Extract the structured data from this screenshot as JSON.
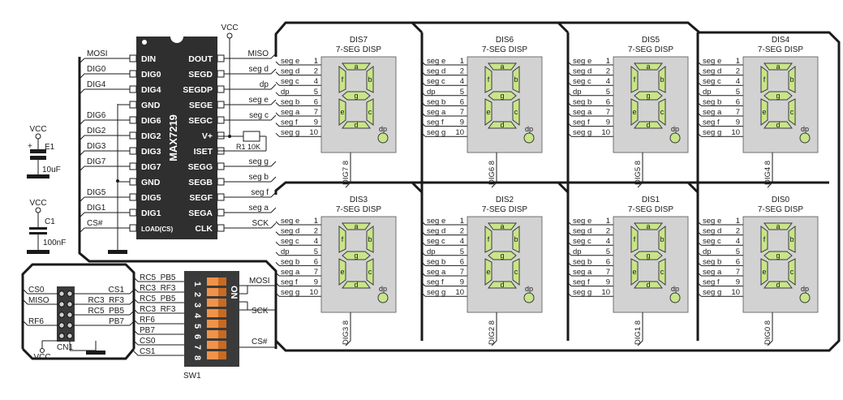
{
  "chip": {
    "name": "MAX7219",
    "left_pins": [
      "DIN",
      "DIG0",
      "DIG4",
      "GND",
      "DIG6",
      "DIG2",
      "DIG3",
      "DIG7",
      "GND",
      "DIG5",
      "DIG1",
      "LOAD(CS)"
    ],
    "right_pins": [
      "DOUT",
      "SEGD",
      "SEGDP",
      "SEGE",
      "SEGC",
      "V+",
      "ISET",
      "SEGG",
      "SEGB",
      "SEGF",
      "SEGA",
      "CLK"
    ],
    "left_nets": [
      "MOSI",
      "DIG0",
      "DIG4",
      "",
      "DIG6",
      "DIG2",
      "DIG3",
      "DIG7",
      "",
      "DIG5",
      "DIG1",
      "CS#"
    ],
    "right_nets": [
      "MISO",
      "seg d",
      "dp",
      "seg e",
      "seg c",
      "",
      "",
      "seg g",
      "seg b",
      "seg f",
      "seg a",
      "SCK"
    ]
  },
  "power": {
    "vcc": "VCC",
    "resistor": "R1 10K",
    "e1_name": "E1",
    "e1_value": "10uF",
    "e1_plus": "+",
    "c1_name": "C1",
    "c1_value": "100nF"
  },
  "displays": [
    {
      "name": "DIS7",
      "type": "7-SEG DISP",
      "dig": "DIG7 8"
    },
    {
      "name": "DIS6",
      "type": "7-SEG DISP",
      "dig": "DIG6 8"
    },
    {
      "name": "DIS5",
      "type": "7-SEG DISP",
      "dig": "DIG5 8"
    },
    {
      "name": "DIS4",
      "type": "7-SEG DISP",
      "dig": "DIG4 8"
    },
    {
      "name": "DIS3",
      "type": "7-SEG DISP",
      "dig": "DIG3 8"
    },
    {
      "name": "DIS2",
      "type": "7-SEG DISP",
      "dig": "DIG2 8"
    },
    {
      "name": "DIS1",
      "type": "7-SEG DISP",
      "dig": "DIG1 8"
    },
    {
      "name": "DIS0",
      "type": "7-SEG DISP",
      "dig": "DIG0 8"
    }
  ],
  "display_pins": [
    {
      "seg": "seg e",
      "num": "1"
    },
    {
      "seg": "seg d",
      "num": "2"
    },
    {
      "seg": "seg c",
      "num": "4"
    },
    {
      "seg": "dp",
      "num": "5"
    },
    {
      "seg": "seg b",
      "num": "6"
    },
    {
      "seg": "seg a",
      "num": "7"
    },
    {
      "seg": "seg f",
      "num": "9"
    },
    {
      "seg": "seg g",
      "num": "10"
    }
  ],
  "segment_letters": {
    "a": "a",
    "b": "b",
    "c": "c",
    "d": "d",
    "e": "e",
    "f": "f",
    "g": "g",
    "dp": "dp"
  },
  "connector": {
    "name": "CN1",
    "left_labels": [
      "CS0",
      "MISO",
      "RF6"
    ],
    "right_labels": [
      "CS1",
      "RC3_RF3",
      "RC5_PB5",
      "PB7"
    ],
    "vcc": "VCC"
  },
  "dip_switch": {
    "name": "SW1",
    "on": "ON",
    "numbers": [
      "1",
      "2",
      "3",
      "4",
      "5",
      "6",
      "7",
      "8"
    ],
    "left_labels": [
      "RC5_PB5",
      "RC3_RF3",
      "RC5_PB5",
      "RC3_RF3",
      "RF6",
      "PB7",
      "CS0",
      "CS1"
    ],
    "right_nets": [
      "MOSI",
      "SCK",
      "CS#"
    ]
  }
}
